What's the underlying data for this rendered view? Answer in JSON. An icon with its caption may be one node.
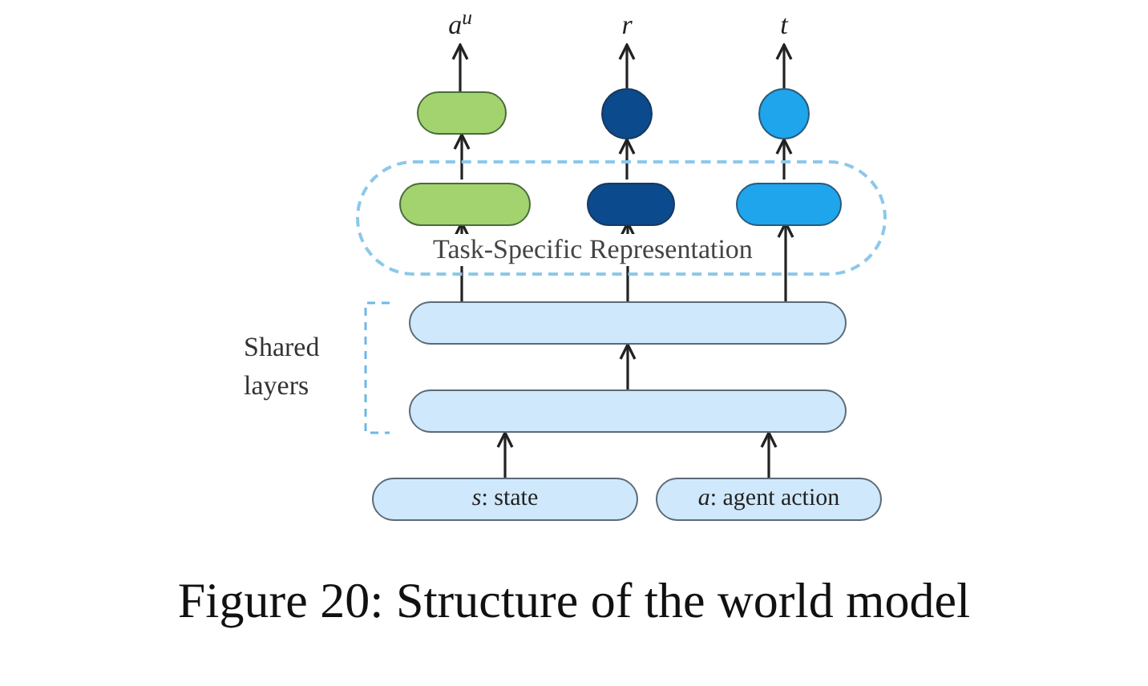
{
  "diagram": {
    "caption": "Figure 20: Structure of the world model",
    "nodes": [
      {
        "text": [
          "a$^{u}$"
        ]
      },
      {
        "text": [
          "r"
        ]
      },
      {
        "text": [
          "t"
        ]
      },
      {
        "text": [
          "Task-Specific Representation"
        ]
      },
      {
        "text": [],
        "shape": "box"
      },
      {
        "text": [],
        "shape": "circle"
      },
      {
        "text": [],
        "shape": "circle"
      },
      {
        "text": [],
        "shape": "box",
        "in": 3
      },
      {
        "text": [],
        "shape": "box",
        "in": 3
      },
      {
        "text": [],
        "shape": "box",
        "in": 3
      },
      {
        "text": [],
        "shape": "box"
      },
      {
        "text": [],
        "shape": "box"
      },
      {
        "text": [
          "*s*: state"
        ]
      },
      {
        "text": [
          "*a*: agent action"
        ]
      }
    ],
    "edges": [
      {
        "from": 4,
        "to": 0,
        "arrow": "to"
      },
      {
        "from": 5,
        "to": 1,
        "arrow": "to"
      },
      {
        "from": 6,
        "to": 2,
        "arrow": "to"
      },
      {
        "from": 7,
        "to": 4,
        "arrow": "to"
      },
      {
        "from": 8,
        "to": 5,
        "arrow": "to"
      },
      {
        "from": 9,
        "to": 6,
        "arrow": "to"
      },
      {
        "from": 10,
        "to": 7,
        "arrow": "to"
      },
      {
        "from": 10,
        "to": 8,
        "arrow": "to"
      },
      {
        "from": 10,
        "to": 9,
        "arrow": "to"
      },
      {
        "from": 11,
        "to": 10,
        "arrow": "to"
      },
      {
        "from": 12,
        "to": 11,
        "arrow": "to"
      },
      {
        "from": 13,
        "to": 11,
        "arrow": "to"
      }
    ],
    "labels": [
      "Shared layers"
    ]
  }
}
